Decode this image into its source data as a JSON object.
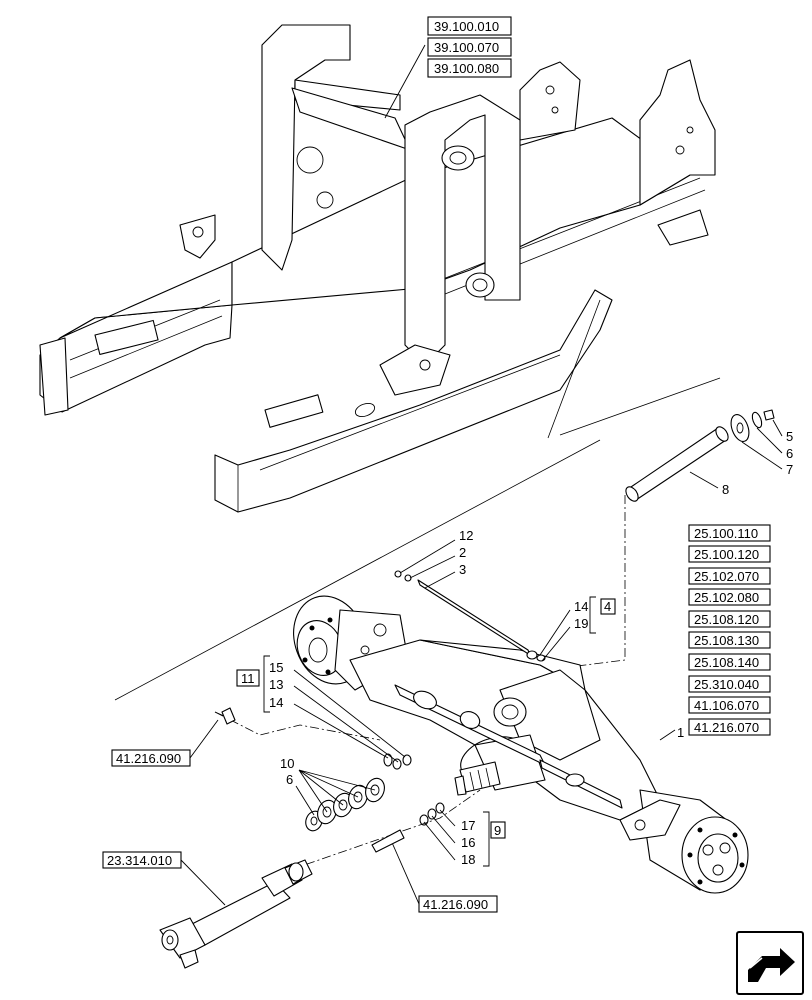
{
  "references": {
    "frame_top": [
      "39.100.010",
      "39.100.070",
      "39.100.080"
    ],
    "axle_right": [
      "25.100.110",
      "25.100.120",
      "25.102.070",
      "25.102.080",
      "25.108.120",
      "25.108.130",
      "25.108.140",
      "25.310.040",
      "41.106.070",
      "41.216.070"
    ],
    "left_mid": "41.216.090",
    "driveshaft": "23.314.010",
    "bottom_center": "41.216.090"
  },
  "callouts": {
    "c1": "1",
    "c2": "2",
    "c3": "3",
    "c4": "4",
    "c5": "5",
    "c6": "6",
    "c7": "7",
    "c8": "8",
    "c9": "9",
    "c10": "10",
    "c11": "11",
    "c12": "12",
    "c13": "13",
    "c14": "14",
    "c15": "15",
    "c16": "16",
    "c17": "17",
    "c18": "18",
    "c19": "19",
    "c6b": "6",
    "c14b": "14"
  },
  "icons": {
    "nav": "next-page-arrow-icon"
  }
}
